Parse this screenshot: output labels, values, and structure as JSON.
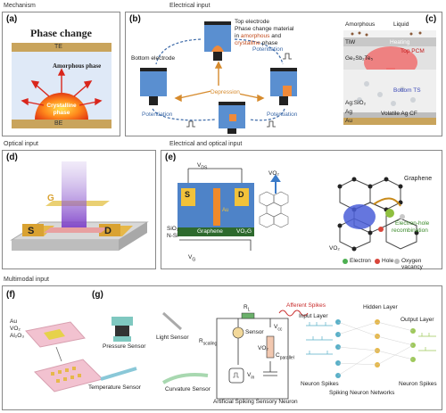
{
  "sections": {
    "mechanism": "Mechanism",
    "electrical_input": "Electrical input",
    "optical_input": "Optical input",
    "electrical_optical": "Electrical and optical input",
    "multimodal": "Multimodal input"
  },
  "panel_a": {
    "label": "(a)",
    "title": "Phase change",
    "te": "TE",
    "be": "BE",
    "amorphous": "Amorphous phase",
    "crystalline_1": "Crystalline",
    "crystalline_2": "phase"
  },
  "panel_b": {
    "label": "(b)",
    "top_electrode": "Top electrode",
    "pcm_line1": "Phase change material",
    "pcm_line2_a": "in ",
    "pcm_line2_b": "amorphous",
    "pcm_line2_c": " and",
    "pcm_line3_a": "crystalline",
    "pcm_line3_b": " phase",
    "bottom_electrode": "Bottom electrode",
    "potentiation": "Potentiation",
    "depression": "Depression"
  },
  "panel_c": {
    "label": "(c)",
    "amorphous": "Amorphous",
    "liquid": "Liquid",
    "tiw": "TiW",
    "heating": "Heating",
    "top_pcm": "Top PCM",
    "gst": "Ge₂Sb₂Te₅",
    "bottom_ts": "Bottom TS",
    "agsio2": "Ag:SiO₂",
    "ag": "Ag",
    "au": "Au",
    "volatile": "Volatile Ag CF"
  },
  "panel_d": {
    "label": "(d)",
    "g": "G",
    "s": "S",
    "d": "D"
  },
  "panel_e": {
    "label": "(e)",
    "vds": "V",
    "vds_sub": "DS",
    "s": "S",
    "d": "D",
    "au": "Au",
    "sio2": "SiO₂",
    "nsi": "N-Si",
    "graphene": "Graphene",
    "vo2": "VO₂",
    "g": "G",
    "vg": "V",
    "vg_sub": "G",
    "vo2_top": "VO₂",
    "graphene_right": "Graphene",
    "recomb_1": "Electron-hole",
    "recomb_2": "recombination",
    "vo2_bottom": "VO₂",
    "legend_electron": "Electron",
    "legend_hole": "Hole",
    "legend_vacancy": "Oxygen vacancy"
  },
  "panel_f": {
    "label": "(f)",
    "au": "Au",
    "vo2": "VO₂",
    "al2o3": "Al₂O₃"
  },
  "panel_g": {
    "label": "(g)",
    "pressure": "Pressure Sensor",
    "light": "Light Sensor",
    "temperature": "Temperature Sensor",
    "curvature": "Curvature Sensor",
    "rscaling": "R",
    "rscaling_sub": "scaling",
    "rl": "R",
    "rl_sub": "L",
    "sensor": "Sensor",
    "vdd": "V",
    "vdd_sub": "cc",
    "vo2": "VO₂",
    "cparallel": "C",
    "cparallel_sub": "parallel",
    "vin": "V",
    "vin_sub": "in",
    "afferent": "Afferent Spikes",
    "input_layer": "Input Layer",
    "hidden_layer": "Hidden Layer",
    "output_layer": "Output Layer",
    "neuron_spikes_1": "Neuron Spikes",
    "neuron_spikes_2": "Neuron Spikes",
    "snn": "Spiking Neuron Networks",
    "assn": "Artificial Spiking Sensory Neuron"
  }
}
